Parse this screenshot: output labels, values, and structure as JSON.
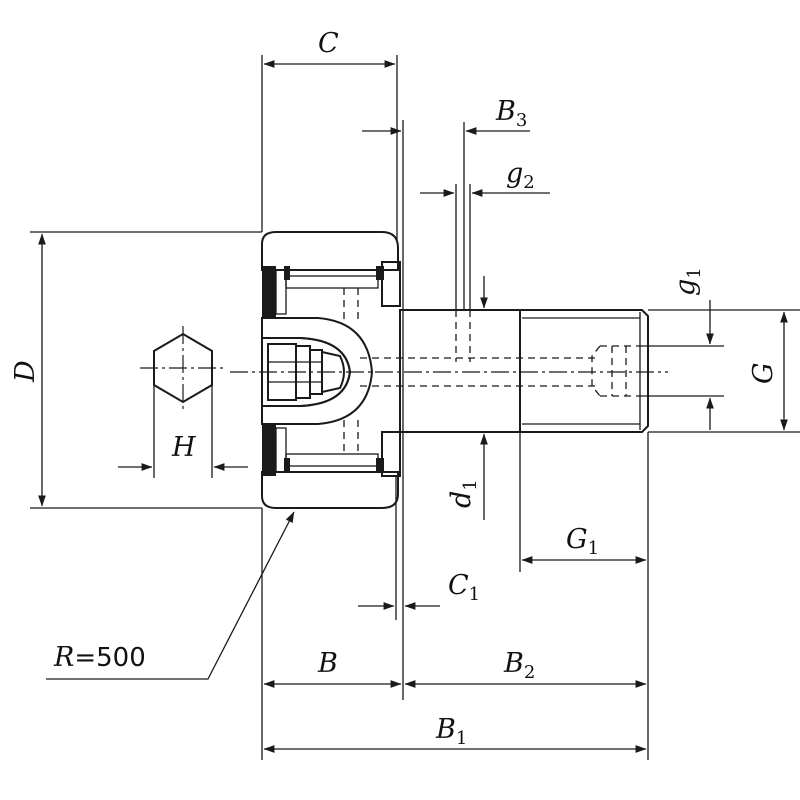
{
  "labels": {
    "C": {
      "main": "C",
      "sub": ""
    },
    "B3": {
      "main": "B",
      "sub": "3"
    },
    "g2": {
      "main": "g",
      "sub": "2"
    },
    "g1": {
      "main": "g",
      "sub": "1"
    },
    "D": {
      "main": "D",
      "sub": ""
    },
    "G": {
      "main": "G",
      "sub": ""
    },
    "H": {
      "main": "H",
      "sub": ""
    },
    "d1": {
      "main": "d",
      "sub": "1"
    },
    "G1": {
      "main": "G",
      "sub": "1"
    },
    "C1": {
      "main": "C",
      "sub": "1"
    },
    "B": {
      "main": "B",
      "sub": ""
    },
    "B2": {
      "main": "B",
      "sub": "2"
    },
    "B1": {
      "main": "B",
      "sub": "1"
    }
  },
  "radius_note": {
    "symbol": "R",
    "text": "=500"
  }
}
